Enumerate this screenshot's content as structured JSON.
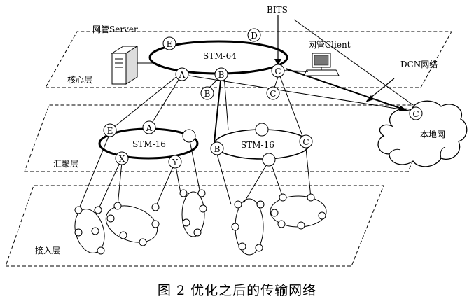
{
  "labels": {
    "server": "网管Server",
    "client": "网管Client",
    "bits": "BITS",
    "dcn": "DCN网络",
    "local_net": "本地网",
    "core_layer": "核心层",
    "agg_layer": "汇聚层",
    "access_layer": "接入层",
    "stm64": "STM-64",
    "stm16_left": "STM-16",
    "stm16_right": "STM-16"
  },
  "nodes": {
    "core_E": "E",
    "core_D": "D",
    "core_A": "A",
    "core_B": "B",
    "core_C": "C",
    "core_B2": "B",
    "core_C2": "C",
    "cloud_C": "C",
    "agg_E": "E",
    "agg_A": "A",
    "agg_X": "X",
    "agg_Y": "Y",
    "agg_B": "B",
    "agg_C": "C"
  },
  "caption": "图 2  优化之后的传输网络"
}
